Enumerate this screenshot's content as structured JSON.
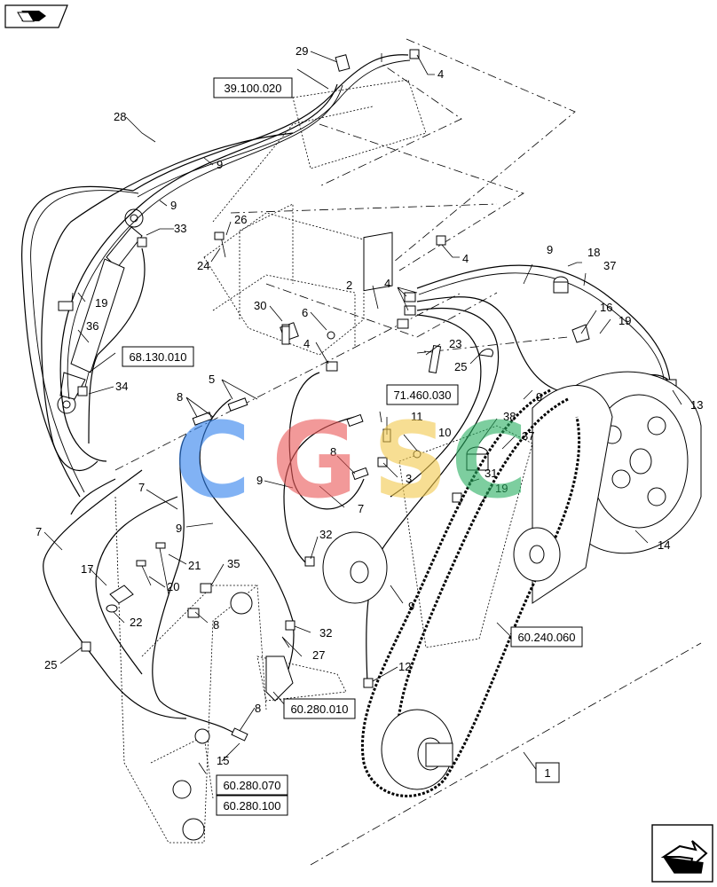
{
  "nav": {
    "prev_icon": "page-back-arrow-icon",
    "next_icon": "page-forward-arrow-icon"
  },
  "references": [
    {
      "id": "ref-39-100-020",
      "text": "39.100.020"
    },
    {
      "id": "ref-68-130-010",
      "text": "68.130.010"
    },
    {
      "id": "ref-71-460-030",
      "text": "71.460.030"
    },
    {
      "id": "ref-60-240-060",
      "text": "60.240.060"
    },
    {
      "id": "ref-60-280-010",
      "text": "60.280.010"
    },
    {
      "id": "ref-60-280-070",
      "text": "60.280.070"
    },
    {
      "id": "ref-60-280-100",
      "text": "60.280.100"
    },
    {
      "id": "ref-1",
      "text": "1"
    }
  ],
  "callouts": {
    "c29": "29",
    "c4a": "4",
    "c28": "28",
    "c9a": "9",
    "c9b": "9",
    "c33": "33",
    "c26": "26",
    "c24": "24",
    "c4b": "4",
    "c9c": "9",
    "c18": "18",
    "c37a": "37",
    "c2": "2",
    "c4c": "4",
    "c19a": "19",
    "c36": "36",
    "c30": "30",
    "c6": "6",
    "c16": "16",
    "c19b": "19",
    "c4d": "4",
    "c23": "23",
    "c25a": "25",
    "c5": "5",
    "c34": "34",
    "c9d": "9",
    "c13": "13",
    "c8a": "8",
    "c11": "11",
    "c10": "10",
    "c38": "38",
    "c37b": "37",
    "c8b": "8",
    "c3": "3",
    "c31": "31",
    "c19c": "19",
    "c9e": "9",
    "c7a": "7",
    "c7b": "7",
    "c7c": "7",
    "c9f": "9",
    "c32a": "32",
    "c14": "14",
    "c21": "21",
    "c17": "17",
    "c20": "20",
    "c35": "35",
    "c22": "22",
    "c8c": "8",
    "c9g": "9",
    "c32b": "32",
    "c27": "27",
    "c25b": "25",
    "c12": "12",
    "c8d": "8",
    "c15": "15"
  },
  "watermark": {
    "letters": [
      "C",
      "G",
      "S",
      "C"
    ],
    "colors": [
      "#2f80ed",
      "#eb5757",
      "#f2c94c",
      "#27ae60"
    ]
  }
}
